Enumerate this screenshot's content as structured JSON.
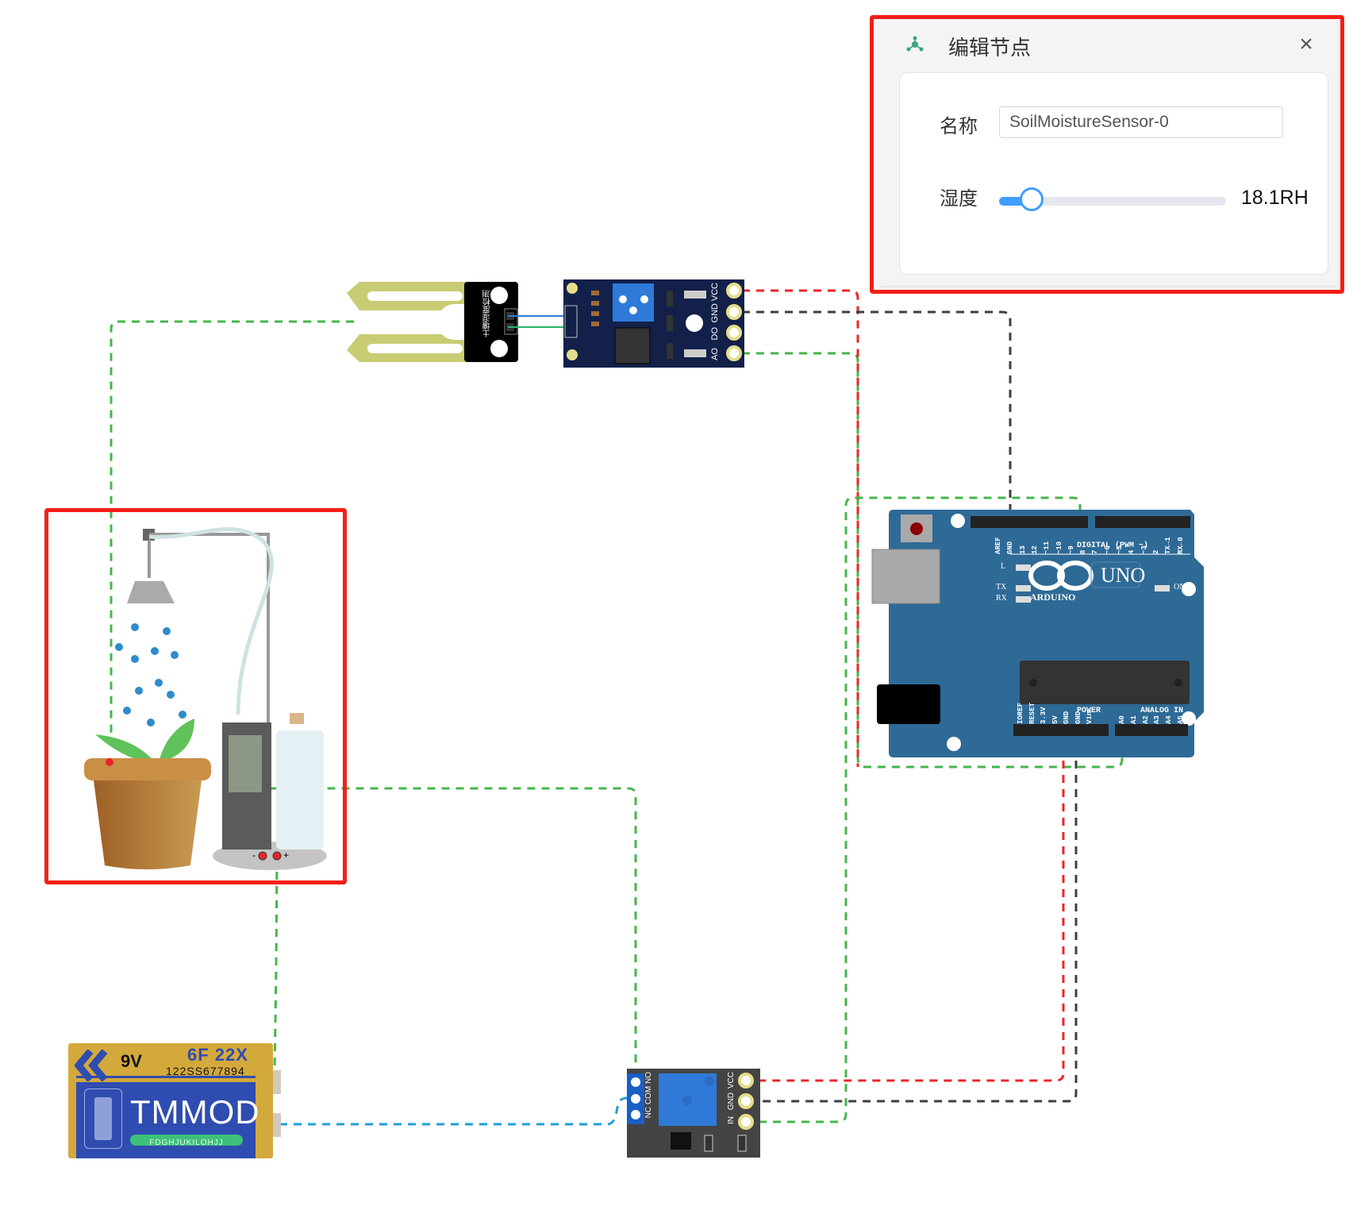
{
  "panel": {
    "title": "编辑节点",
    "icon": "node-graph-icon",
    "close_icon": "close-icon",
    "close_glyph": "×",
    "name_label": "名称",
    "name_value": "SoilMoistureSensor-0",
    "humidity_label": "湿度",
    "humidity_value": 18.1,
    "humidity_display": "18.1RH",
    "humidity_fraction": 0.145,
    "accent_color": "#409eff"
  },
  "components": {
    "soil_probe": {
      "name": "soil-moisture-probe",
      "label": "土壤湿度检测"
    },
    "sensor_module": {
      "name": "sensor-module",
      "pins": [
        "VCC",
        "GND",
        "DO",
        "AO"
      ]
    },
    "arduino": {
      "name": "arduino-uno",
      "logo_text": "ARDUINO",
      "model": "UNO",
      "digital_label": "DIGITAL (PWM ~)",
      "digital_pins": [
        "AREF",
        "GND",
        "13",
        "12",
        "~11",
        "~10",
        "~9",
        "8",
        "7",
        "~6",
        "~5",
        "4",
        "~3",
        "2",
        "TX→1",
        "RX←0"
      ],
      "power_label": "POWER",
      "power_pins": [
        "IOREF",
        "RESET",
        "3.3V",
        "5V",
        "GND",
        "GND",
        "Vin"
      ],
      "analog_label": "ANALOG IN",
      "analog_pins": [
        "A0",
        "A1",
        "A2",
        "A3",
        "A4",
        "A5"
      ],
      "leds": [
        "L",
        "TX",
        "RX",
        "ON"
      ]
    },
    "watering_system": {
      "name": "watering-system",
      "terminals": [
        "-",
        "+"
      ]
    },
    "battery": {
      "name": "battery-9v",
      "voltage": "9V",
      "model": "6F 22X",
      "serial": "122SS677894",
      "brand": "TMMOD",
      "strip": "FDGHJUKILOHJJ"
    },
    "relay": {
      "name": "relay-module",
      "left_pins": [
        "NO",
        "COM",
        "NC"
      ],
      "right_pins": [
        "VCC",
        "GND",
        "IN"
      ]
    }
  },
  "wire_colors": {
    "power": "#e8262a",
    "ground": "#3c3f44",
    "signal": "#45b649",
    "battery": "#1f9fd6"
  }
}
